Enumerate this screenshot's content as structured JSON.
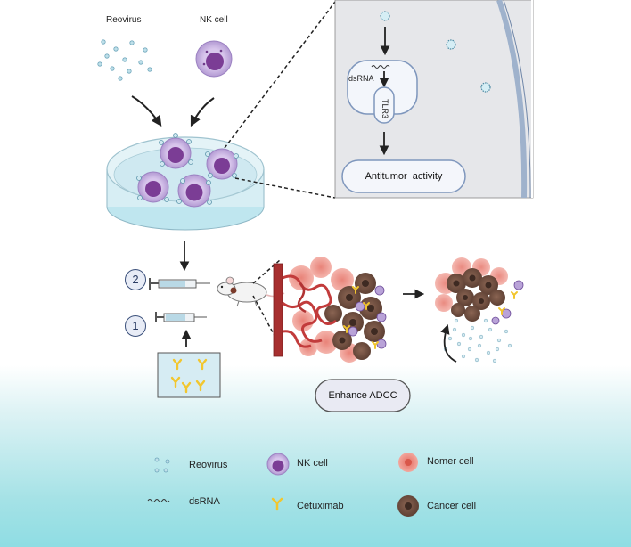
{
  "top": {
    "reovirus_label": "Reovirus",
    "nk_cell_label": "NK cell"
  },
  "inset": {
    "dsrna_label": "dsRNA",
    "tlr3_label": "TLR3",
    "antitumor_label": "Antitumor  activity"
  },
  "steps": {
    "step1": "1",
    "step2": "2"
  },
  "adcc_label": "Enhance ADCC",
  "legend": {
    "reovirus": "Reovirus",
    "nk_cell": "NK cell",
    "nomer_cell": "Nomer cell",
    "dsrna": "dsRNA",
    "cetuximab": "Cetuximab",
    "cancer_cell": "Cancer cell"
  },
  "colors": {
    "nk_outer": "#c8b3e0",
    "nk_inner": "#7a3c93",
    "membrane": "#9fb2cc",
    "vessel": "#a72f2f",
    "cancer": "#6b4a3c",
    "nomer": "#ef9c92",
    "antibody": "#f2c62e",
    "virus": "#a9d3e0"
  }
}
